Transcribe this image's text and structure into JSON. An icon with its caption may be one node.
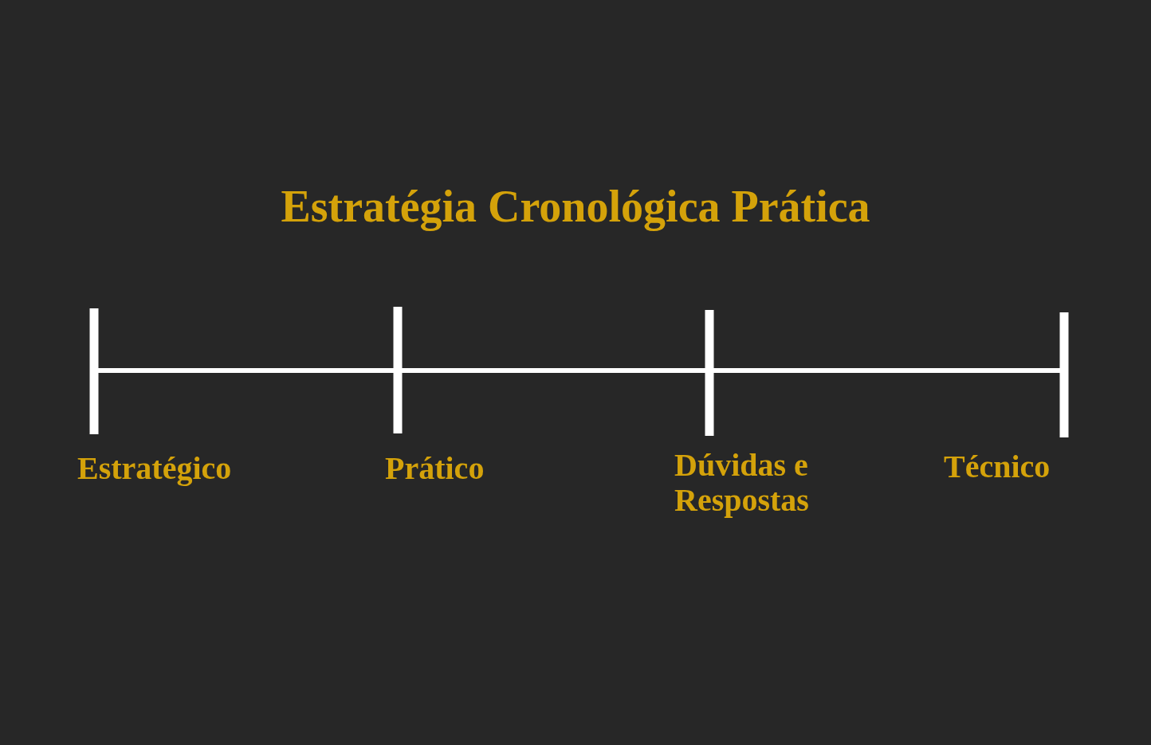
{
  "diagram": {
    "title": "Estratégia Cronológica Prática",
    "labels": [
      "Estratégico",
      "Prático",
      "Dúvidas e Respostas",
      "Técnico"
    ]
  }
}
